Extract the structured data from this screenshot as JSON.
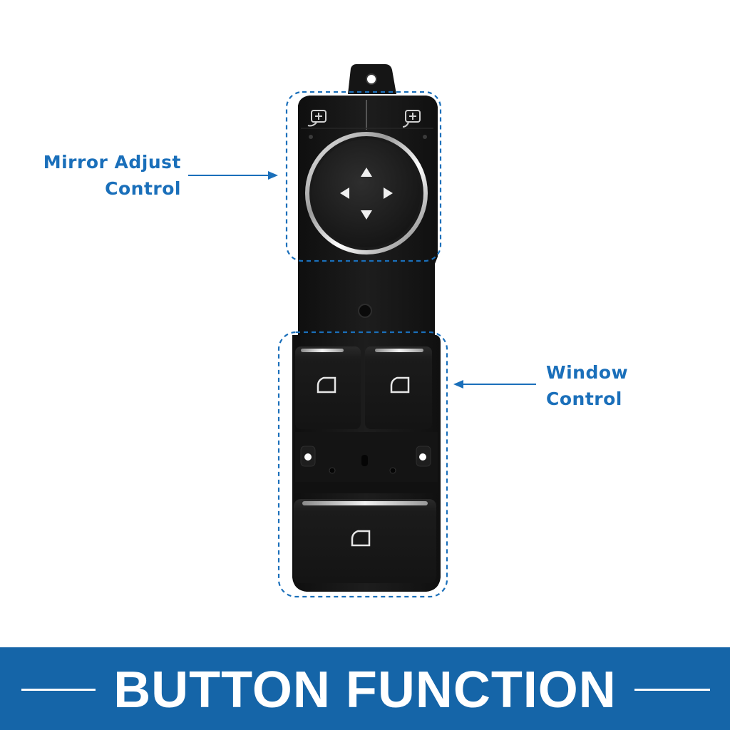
{
  "colors": {
    "accent": "#1a6fba",
    "banner": "#1565a8",
    "banner_text": "#ffffff",
    "switch_body": "#161616"
  },
  "callouts": {
    "mirror": {
      "line1": "Mirror Adjust",
      "line2": "Control"
    },
    "window": {
      "line1": "Window",
      "line2": "Control"
    }
  },
  "banner": {
    "title": "BUTTON FUNCTION"
  },
  "icons": [
    "mirror-select-left-icon",
    "mirror-select-right-icon",
    "arrow-up-icon",
    "arrow-left-icon",
    "arrow-right-icon",
    "arrow-down-icon",
    "window-icon"
  ]
}
